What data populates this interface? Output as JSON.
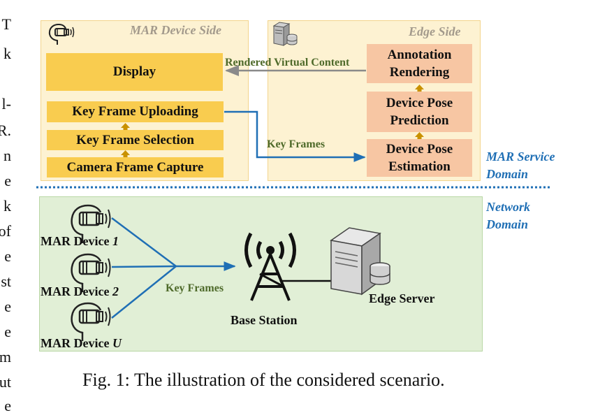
{
  "body_text_cut": [
    "T",
    "k",
    "l-",
    "R.",
    "n",
    "e",
    "k",
    "of",
    "e",
    "st",
    "e",
    "e",
    "m",
    "ut",
    "e"
  ],
  "mar_side": {
    "title": "MAR Device Side",
    "display": "Display",
    "key_frame_uploading": "Key Frame Uploading",
    "key_frame_selection": "Key Frame Selection",
    "camera_frame_capture": "Camera Frame Capture"
  },
  "edge_side": {
    "title": "Edge Side",
    "annotation_rendering": [
      "Annotation",
      "Rendering"
    ],
    "device_pose_prediction": [
      "Device Pose",
      "Prediction"
    ],
    "device_pose_estimation": [
      "Device Pose",
      "Estimation"
    ]
  },
  "arrows": {
    "rendered_virtual_content": "Rendered Virtual Content",
    "key_frames_top": "Key Frames",
    "key_frames_bottom": "Key Frames"
  },
  "domains": {
    "mar_service": [
      "MAR Service",
      "Domain"
    ],
    "network": [
      "Network",
      "Domain"
    ]
  },
  "network": {
    "devices": [
      {
        "label": "MAR Device ",
        "index": "1"
      },
      {
        "label": "MAR Device ",
        "index": "2"
      },
      {
        "label": "MAR Device ",
        "index": "U"
      }
    ],
    "base_station": "Base Station",
    "edge_server": "Edge Server"
  },
  "caption": "Fig. 1: The illustration of the considered scenario.",
  "colors": {
    "panel_fill": "#fdf2d2",
    "device_box": "#f9cc4f",
    "edge_box": "#f7c6a3",
    "network_fill": "#e1efd6",
    "link_blue": "#1f6fb5",
    "flow_arrow_gold": "#c99100",
    "label_green": "#4e6a2a"
  }
}
